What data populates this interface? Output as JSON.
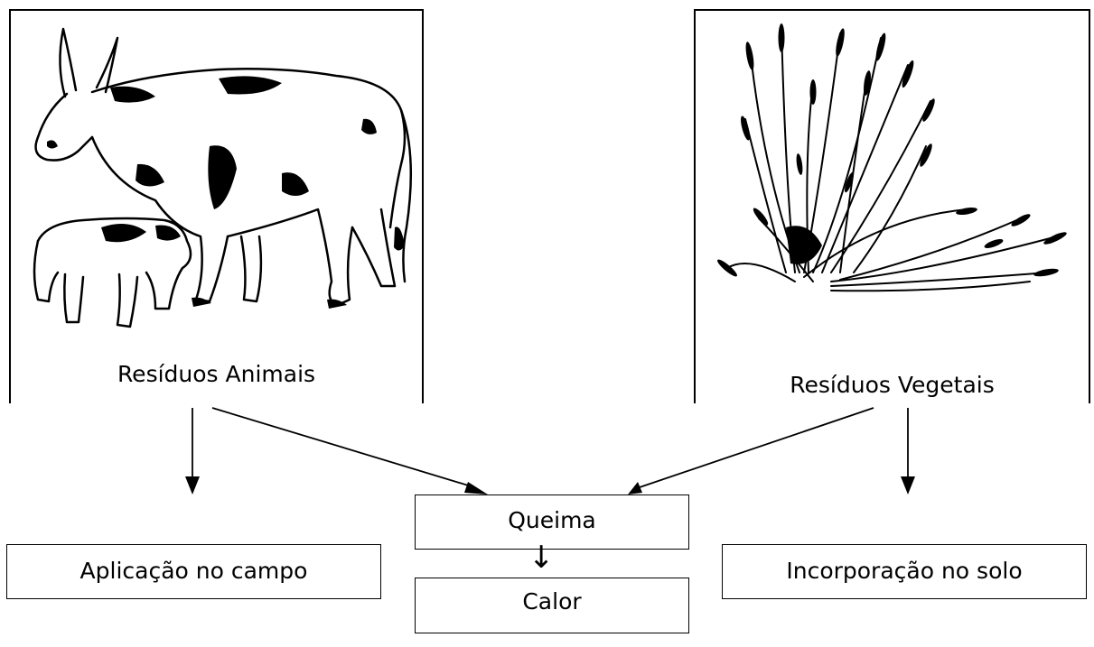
{
  "panels": {
    "animal": {
      "label": "Resíduos Animais"
    },
    "plant": {
      "label": "Resíduos Vegetais"
    }
  },
  "boxes": {
    "queima": "Queima",
    "calor": "Calor",
    "aplicacao": "Aplicação no campo",
    "incorporacao": "Incorporação no solo"
  },
  "down_arrow_glyph": "↓"
}
